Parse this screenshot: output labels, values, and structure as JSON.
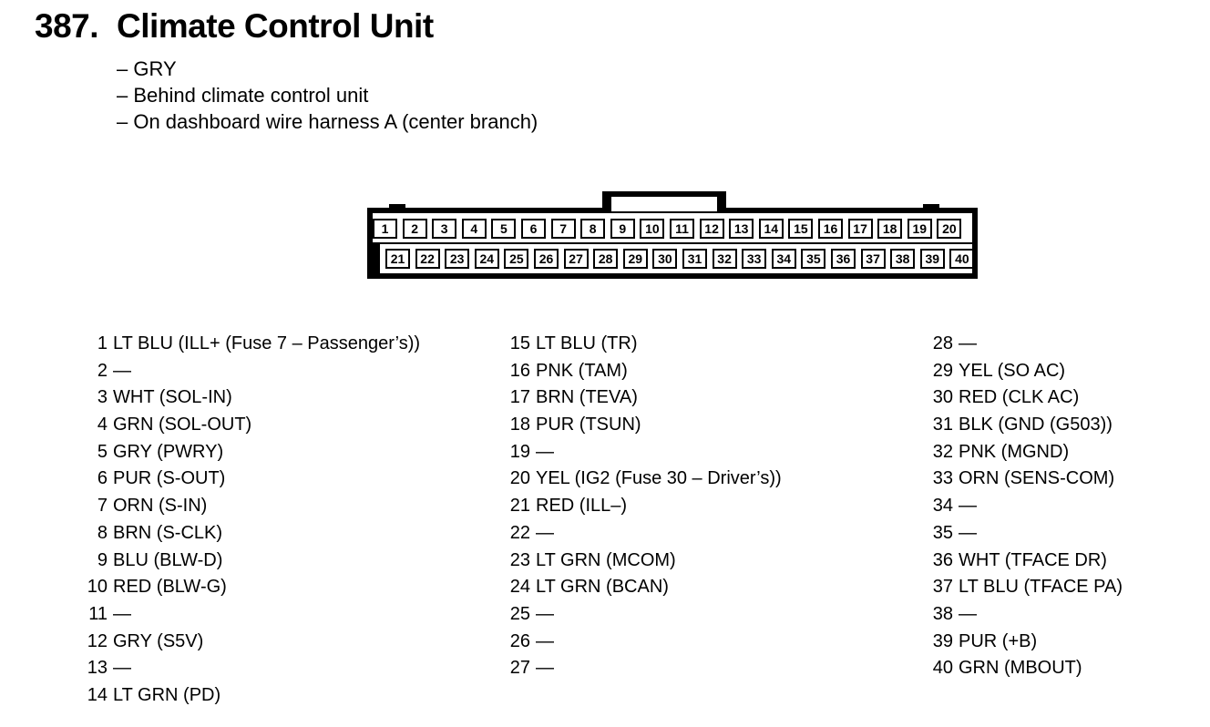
{
  "header": {
    "number": "387.",
    "title": "Climate Control Unit"
  },
  "notes": [
    "– GRY",
    "– Behind climate control unit",
    "– On dashboard wire harness A (center branch)"
  ],
  "connector": {
    "top_row": [
      "1",
      "2",
      "3",
      "4",
      "5",
      "6",
      "7",
      "8",
      "9",
      "10",
      "11",
      "12",
      "13",
      "14",
      "15",
      "16",
      "17",
      "18",
      "19",
      "20"
    ],
    "bottom_row": [
      "21",
      "22",
      "23",
      "24",
      "25",
      "26",
      "27",
      "28",
      "29",
      "30",
      "31",
      "32",
      "33",
      "34",
      "35",
      "36",
      "37",
      "38",
      "39",
      "40"
    ]
  },
  "pins": [
    {
      "n": "1",
      "d": "LT BLU (ILL+ (Fuse 7 – Passenger’s))"
    },
    {
      "n": "2",
      "d": "—"
    },
    {
      "n": "3",
      "d": "WHT (SOL-IN)"
    },
    {
      "n": "4",
      "d": "GRN (SOL-OUT)"
    },
    {
      "n": "5",
      "d": "GRY (PWRY)"
    },
    {
      "n": "6",
      "d": "PUR (S-OUT)"
    },
    {
      "n": "7",
      "d": "ORN (S-IN)"
    },
    {
      "n": "8",
      "d": "BRN (S-CLK)"
    },
    {
      "n": "9",
      "d": "BLU (BLW-D)"
    },
    {
      "n": "10",
      "d": "RED (BLW-G)"
    },
    {
      "n": "11",
      "d": "—"
    },
    {
      "n": "12",
      "d": "GRY (S5V)"
    },
    {
      "n": "13",
      "d": "—"
    },
    {
      "n": "14",
      "d": "LT GRN (PD)"
    },
    {
      "n": "15",
      "d": "LT BLU (TR)"
    },
    {
      "n": "16",
      "d": "PNK (TAM)"
    },
    {
      "n": "17",
      "d": "BRN (TEVA)"
    },
    {
      "n": "18",
      "d": "PUR (TSUN)"
    },
    {
      "n": "19",
      "d": "—"
    },
    {
      "n": "20",
      "d": "YEL (IG2 (Fuse 30 – Driver’s))"
    },
    {
      "n": "21",
      "d": "RED (ILL–)"
    },
    {
      "n": "22",
      "d": "—"
    },
    {
      "n": "23",
      "d": "LT GRN (MCOM)"
    },
    {
      "n": "24",
      "d": "LT GRN (BCAN)"
    },
    {
      "n": "25",
      "d": "—"
    },
    {
      "n": "26",
      "d": "—"
    },
    {
      "n": "27",
      "d": "—"
    },
    {
      "n": "28",
      "d": "—"
    },
    {
      "n": "29",
      "d": "YEL (SO AC)"
    },
    {
      "n": "30",
      "d": "RED (CLK AC)"
    },
    {
      "n": "31",
      "d": "BLK (GND (G503))"
    },
    {
      "n": "32",
      "d": "PNK (MGND)"
    },
    {
      "n": "33",
      "d": "ORN (SENS-COM)"
    },
    {
      "n": "34",
      "d": "—"
    },
    {
      "n": "35",
      "d": "—"
    },
    {
      "n": "36",
      "d": "WHT (TFACE DR)"
    },
    {
      "n": "37",
      "d": "LT BLU (TFACE PA)"
    },
    {
      "n": "38",
      "d": "—"
    },
    {
      "n": "39",
      "d": "PUR (+B)"
    },
    {
      "n": "40",
      "d": "GRN (MBOUT)"
    }
  ]
}
